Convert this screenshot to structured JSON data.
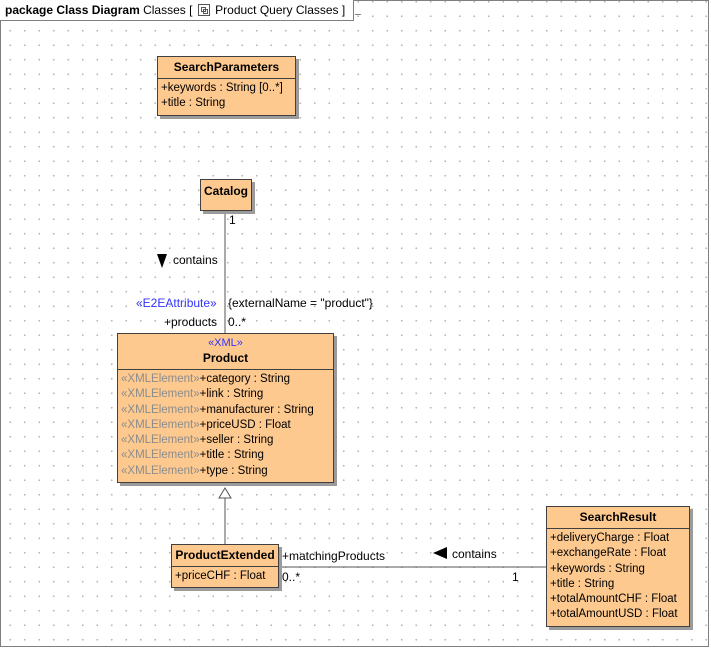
{
  "frame": {
    "kind": "package",
    "diagram_type": "Class Diagram",
    "name": "Classes",
    "bracket_open": "[",
    "bracket_close": "]",
    "diagram_name": "Product Query Classes",
    "icon": "class-diagram-icon"
  },
  "colors": {
    "class_fill": "#fdc98f",
    "stereotype": "#3333ff",
    "attribute_stereotype": "#8c8c8c"
  },
  "classes": {
    "search_parameters": {
      "name": "SearchParameters",
      "attributes": [
        "+keywords : String [0..*]",
        "+title : String"
      ]
    },
    "catalog": {
      "name": "Catalog"
    },
    "product": {
      "stereotype": "«XML»",
      "name": "Product",
      "attributes": [
        {
          "stereotype": "«XMLElement»",
          "text": "+category : String"
        },
        {
          "stereotype": "«XMLElement»",
          "text": "+link : String"
        },
        {
          "stereotype": "«XMLElement»",
          "text": "+manufacturer : String"
        },
        {
          "stereotype": "«XMLElement»",
          "text": "+priceUSD : Float"
        },
        {
          "stereotype": "«XMLElement»",
          "text": "+seller : String"
        },
        {
          "stereotype": "«XMLElement»",
          "text": "+title : String"
        },
        {
          "stereotype": "«XMLElement»",
          "text": "+type : String"
        }
      ]
    },
    "product_extended": {
      "name": "ProductExtended",
      "attributes": [
        "+priceCHF : Float"
      ]
    },
    "search_result": {
      "name": "SearchResult",
      "attributes": [
        "+deliveryCharge : Float",
        "+exchangeRate : Float",
        "+keywords : String",
        "+title : String",
        "+totalAmountCHF : Float",
        "+totalAmountUSD : Float"
      ]
    }
  },
  "associations": {
    "catalog_product": {
      "name": "contains",
      "source_multiplicity": "1",
      "role_stereotype": "«E2EAttribute»",
      "tagged_value": "{externalName = \"product\"}",
      "role": "+products",
      "target_multiplicity": "0..*"
    },
    "result_products": {
      "name": "contains",
      "role": "+matchingProducts",
      "target_multiplicity": "0..*",
      "source_multiplicity": "1"
    },
    "generalization": {
      "from": "ProductExtended",
      "to": "Product"
    }
  }
}
